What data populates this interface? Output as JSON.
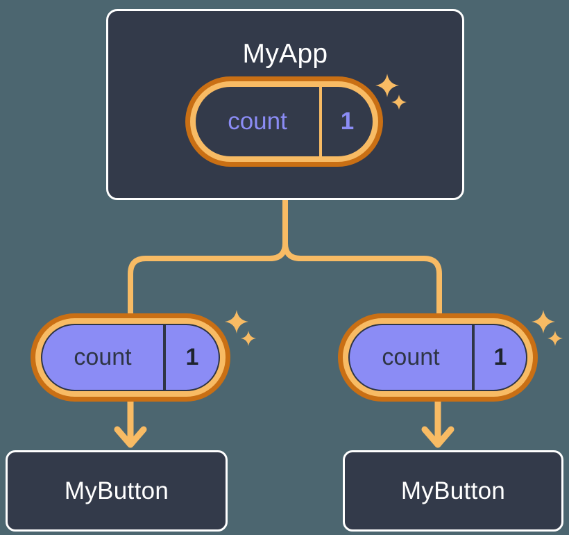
{
  "diagram": {
    "title": "signal propagation tree",
    "background_color": "#4C6670"
  },
  "colors": {
    "background": "#4C6670",
    "card_fill": "#333A4A",
    "card_border": "#FFFFFF",
    "pill_outer_ring": "#C96F14",
    "pill_inner_ring": "#F8BB64",
    "pill_fill_purple": "#8B8CF5",
    "pill_fill_dark": "#333A4A",
    "text_purple": "#8B8CF5",
    "text_dark": "#2E3545",
    "text_white": "#FFFFFF",
    "connector": "#F8BB64",
    "sparkle": "#F8BB64"
  },
  "nodes": {
    "root": {
      "label": "MyApp",
      "signal": {
        "name": "count",
        "value": "1"
      },
      "sparkles": 2
    },
    "branches": [
      {
        "signal": {
          "name": "count",
          "value": "1"
        },
        "sparkles": 2,
        "child": {
          "label": "MyButton"
        }
      },
      {
        "signal": {
          "name": "count",
          "value": "1"
        },
        "sparkles": 2,
        "child": {
          "label": "MyButton"
        }
      }
    ]
  },
  "connectors": {
    "style": "rounded-elbow-tree",
    "arrowheads": 2,
    "color": "#F8BB64"
  }
}
